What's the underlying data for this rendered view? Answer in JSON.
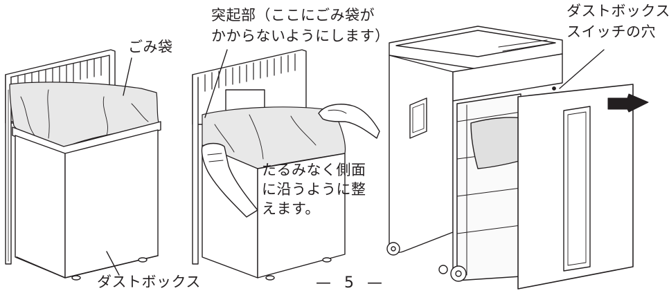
{
  "labels": {
    "garbage_bag": "ごみ袋",
    "protrusion_line1": "突起部（ここにごみ袋が",
    "protrusion_line2": "かからないようにします）",
    "dust_box_switch_line1": "ダストボックス",
    "dust_box_switch_line2": "スイッチの穴",
    "smooth_line1": "たるみなく側面",
    "smooth_line2": "に沿うように整",
    "smooth_line3": "えます。",
    "dust_box": "ダストボックス"
  },
  "page_number": "5",
  "colors": {
    "line": "#231f20",
    "bag_fill": "#e6e6e6",
    "arrow": "#231f20"
  }
}
